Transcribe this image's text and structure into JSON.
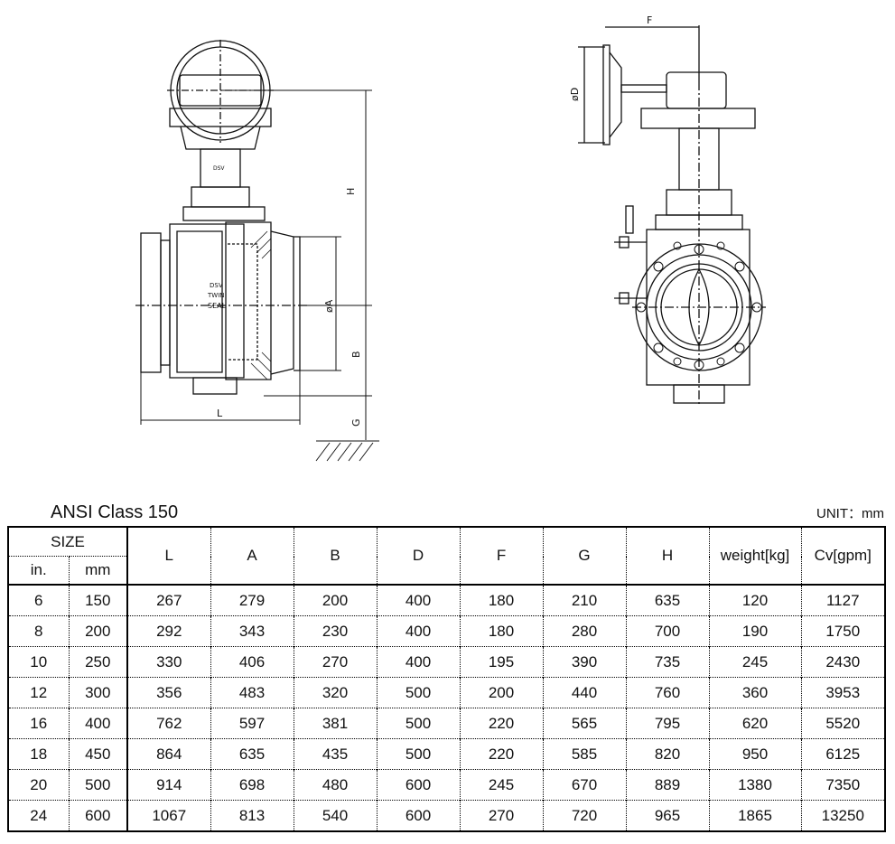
{
  "drawing": {
    "labels": {
      "H": "H",
      "B": "B",
      "G": "G",
      "L": "L",
      "A": "øA",
      "F": "F",
      "D": "øD",
      "plate1": "DSV",
      "plate2": "DSV",
      "plate3": "TWIN",
      "plate4": "SEAL"
    }
  },
  "table": {
    "caption": "ANSI Class 150",
    "unit": "UNIT：mm",
    "size_header": "SIZE",
    "size_in_header": "in.",
    "size_mm_header": "mm",
    "headers": [
      "L",
      "A",
      "B",
      "D",
      "F",
      "G",
      "H",
      "weight[kg]",
      "Cv[gpm]"
    ],
    "rows": [
      [
        "6",
        "150",
        "267",
        "279",
        "200",
        "400",
        "180",
        "210",
        "635",
        "120",
        "1127"
      ],
      [
        "8",
        "200",
        "292",
        "343",
        "230",
        "400",
        "180",
        "280",
        "700",
        "190",
        "1750"
      ],
      [
        "10",
        "250",
        "330",
        "406",
        "270",
        "400",
        "195",
        "390",
        "735",
        "245",
        "2430"
      ],
      [
        "12",
        "300",
        "356",
        "483",
        "320",
        "500",
        "200",
        "440",
        "760",
        "360",
        "3953"
      ],
      [
        "16",
        "400",
        "762",
        "597",
        "381",
        "500",
        "220",
        "565",
        "795",
        "620",
        "5520"
      ],
      [
        "18",
        "450",
        "864",
        "635",
        "435",
        "500",
        "220",
        "585",
        "820",
        "950",
        "6125"
      ],
      [
        "20",
        "500",
        "914",
        "698",
        "480",
        "600",
        "245",
        "670",
        "889",
        "1380",
        "7350"
      ],
      [
        "24",
        "600",
        "1067",
        "813",
        "540",
        "600",
        "270",
        "720",
        "965",
        "1865",
        "13250"
      ]
    ]
  }
}
